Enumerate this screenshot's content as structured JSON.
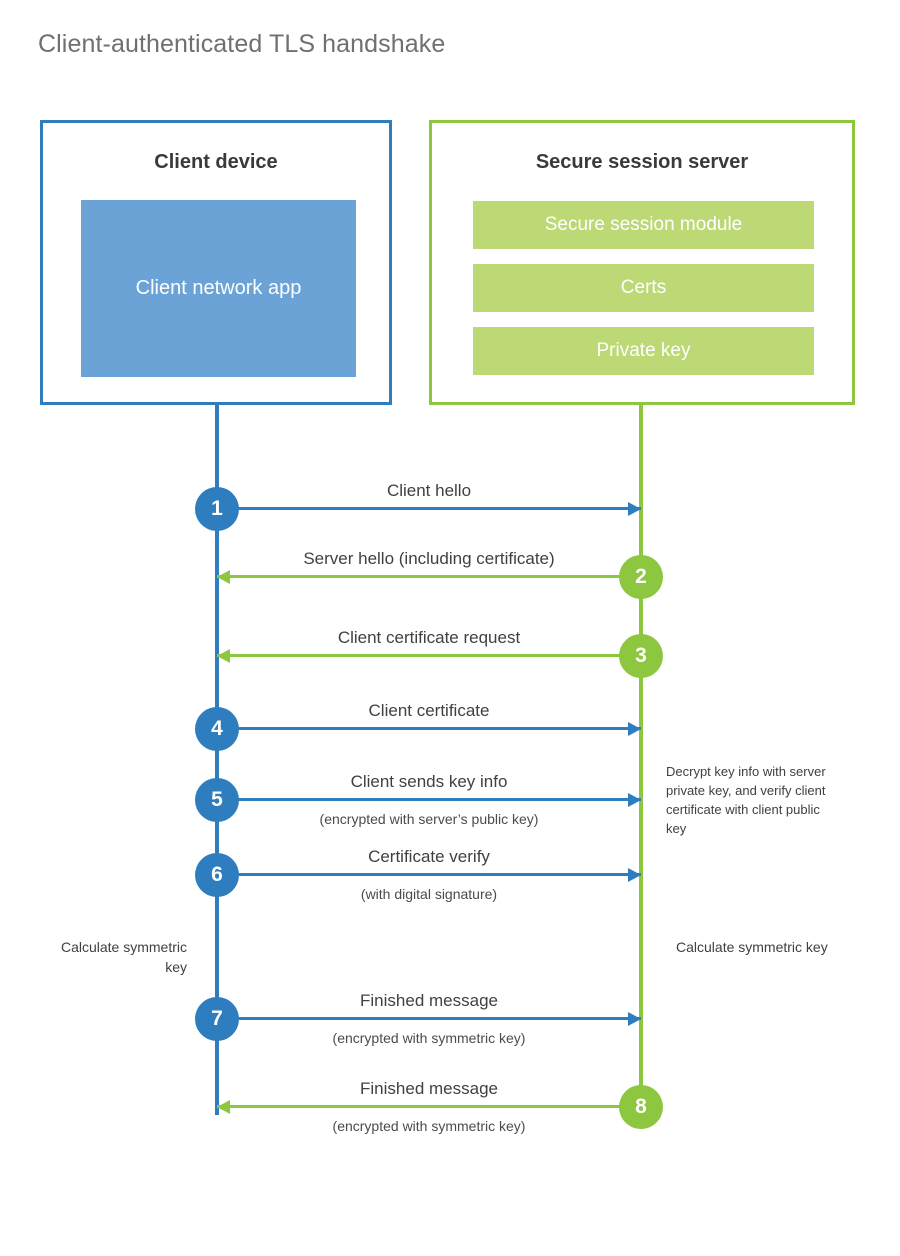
{
  "title": "Client-authenticated TLS handshake",
  "colors": {
    "client_accent": "#2e7ebf",
    "server_accent": "#8dc63f",
    "client_app_fill": "#6ba3d6",
    "server_bar_fill": "#bcd976",
    "title_text": "#6e6f71",
    "body_text": "#3f4042"
  },
  "client": {
    "title": "Client device",
    "app_label": "Client network app"
  },
  "server": {
    "title": "Secure session server",
    "components": [
      "Secure session module",
      "Certs",
      "Private key"
    ]
  },
  "steps": [
    {
      "number": "1",
      "label": "Client hello",
      "sublabel": "",
      "direction": "to-server"
    },
    {
      "number": "2",
      "label": "Server hello (including certificate)",
      "sublabel": "",
      "direction": "to-client"
    },
    {
      "number": "3",
      "label": "Client certificate request",
      "sublabel": "",
      "direction": "to-client"
    },
    {
      "number": "4",
      "label": "Client certificate",
      "sublabel": "",
      "direction": "to-server"
    },
    {
      "number": "5",
      "label": "Client sends key info",
      "sublabel": "(encrypted with server’s public key)",
      "direction": "to-server"
    },
    {
      "number": "6",
      "label": "Certificate verify",
      "sublabel": "(with digital signature)",
      "direction": "to-server"
    },
    {
      "number": "7",
      "label": "Finished message",
      "sublabel": "(encrypted with symmetric key)",
      "direction": "to-server"
    },
    {
      "number": "8",
      "label": "Finished message",
      "sublabel": "(encrypted with symmetric key)",
      "direction": "to-client"
    }
  ],
  "notes": {
    "decrypt": "Decrypt key info with server private key, and verify client certificate with client public key",
    "calculate_client": "Calculate symmetric key",
    "calculate_server": "Calculate symmetric key"
  }
}
